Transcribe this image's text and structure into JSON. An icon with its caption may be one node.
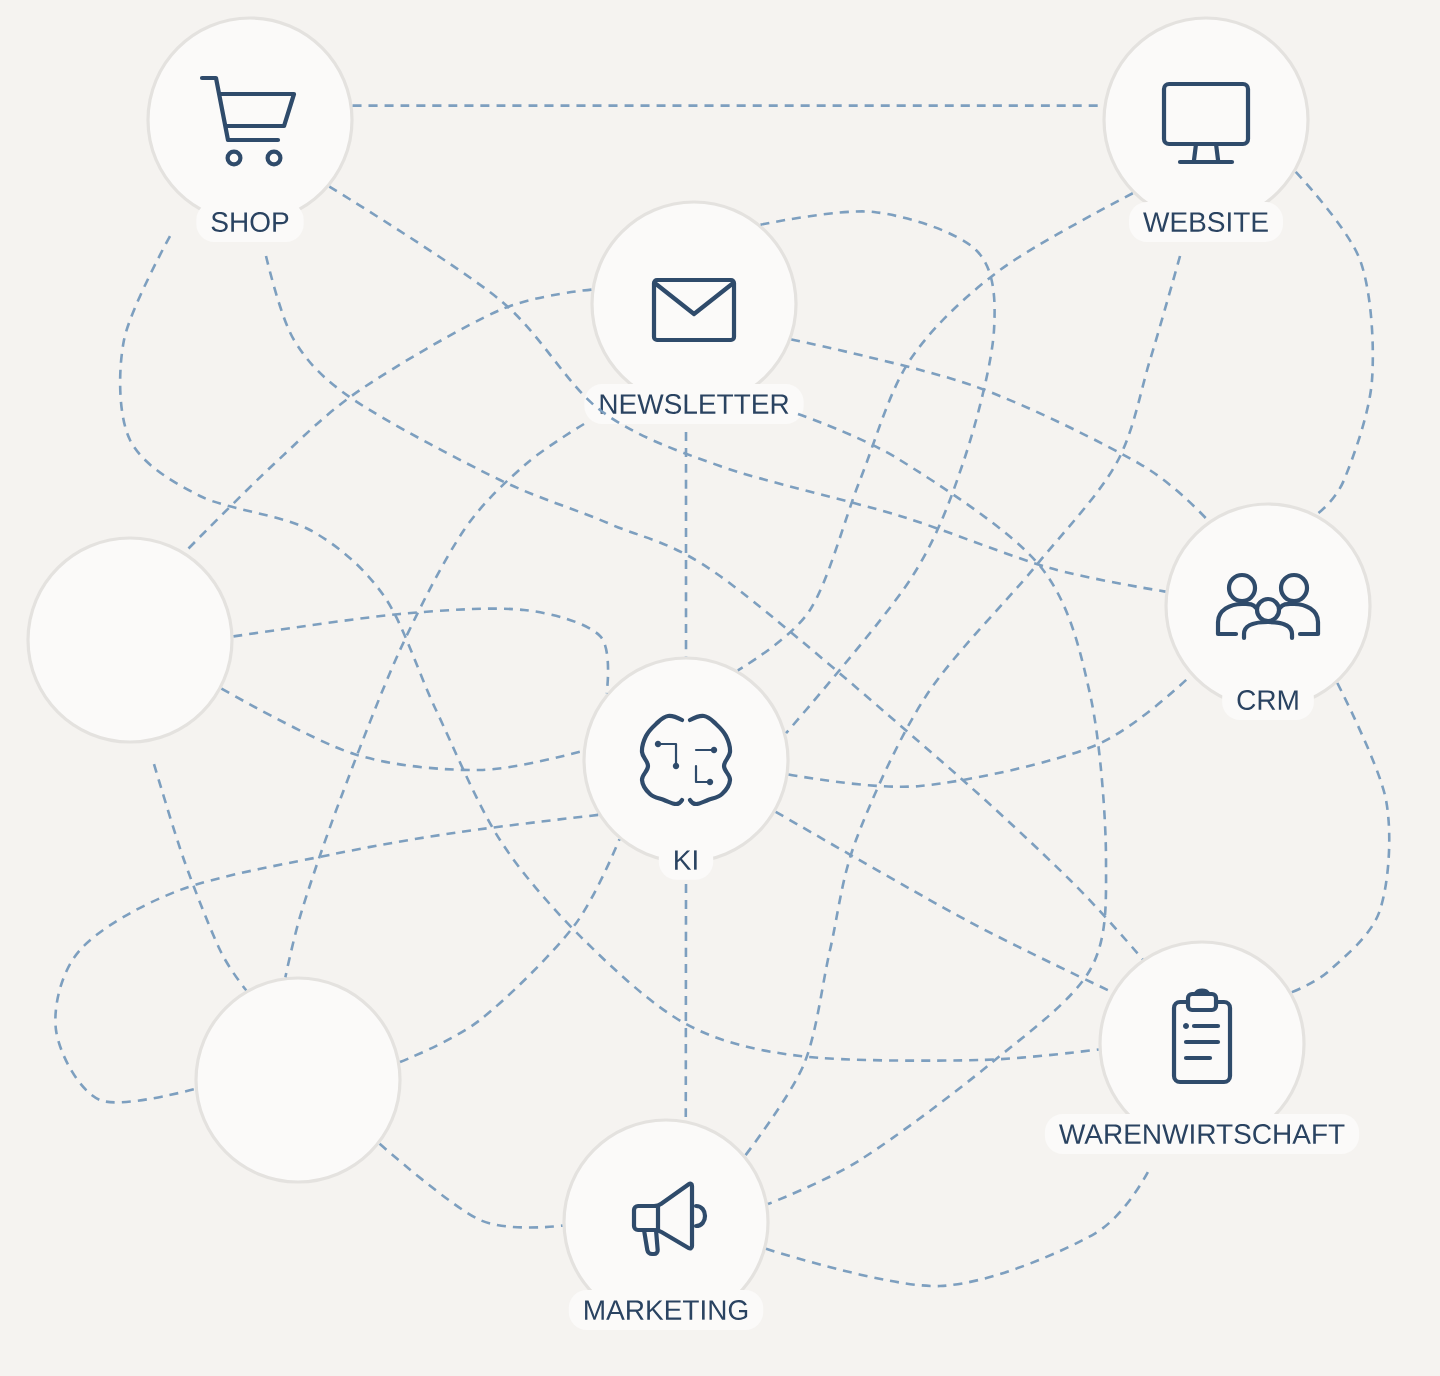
{
  "diagram": {
    "nodes": [
      {
        "text": [
          "SHOP"
        ]
      },
      {
        "text": [
          "WEBSITE"
        ]
      },
      {
        "text": [
          "NEWSLETTER"
        ]
      },
      {
        "text": [],
        "shape": "circle"
      },
      {
        "text": [
          "CRM"
        ]
      },
      {
        "text": [
          "KI"
        ]
      },
      {
        "text": [],
        "shape": "circle"
      },
      {
        "text": [
          "WARENWIRTSCHAFT"
        ]
      },
      {
        "text": [
          "MARKETING"
        ]
      }
    ],
    "edges": [
      {
        "from": 0,
        "to": 1,
        "arrow": "none",
        "style": "dashed"
      },
      {
        "from": 0,
        "to": 4,
        "arrow": "none",
        "style": "dashed"
      },
      {
        "from": 0,
        "to": 7,
        "arrow": "none",
        "style": "dashed"
      },
      {
        "from": 0,
        "to": 7,
        "arrow": "none",
        "style": "dashed"
      },
      {
        "from": 1,
        "to": 5,
        "arrow": "none",
        "style": "dashed"
      },
      {
        "from": 1,
        "to": 8,
        "arrow": "none",
        "style": "dashed"
      },
      {
        "from": 1,
        "to": 4,
        "arrow": "none",
        "style": "dashed"
      },
      {
        "from": 2,
        "to": 3,
        "arrow": "none",
        "style": "dashed"
      },
      {
        "from": 2,
        "to": 6,
        "arrow": "none",
        "style": "dashed"
      },
      {
        "from": 2,
        "to": 5,
        "arrow": "none",
        "style": "dashed"
      },
      {
        "from": 2,
        "to": 4,
        "arrow": "none",
        "style": "dashed"
      },
      {
        "from": 2,
        "to": 5,
        "arrow": "none",
        "style": "dashed"
      },
      {
        "from": 2,
        "to": 8,
        "arrow": "none",
        "style": "dashed"
      },
      {
        "from": 3,
        "to": 5,
        "arrow": "none",
        "style": "dashed"
      },
      {
        "from": 3,
        "to": 5,
        "arrow": "none",
        "style": "dashed"
      },
      {
        "from": 3,
        "to": 6,
        "arrow": "none",
        "style": "dashed"
      },
      {
        "from": 5,
        "to": 6,
        "arrow": "none",
        "style": "dashed"
      },
      {
        "from": 6,
        "to": 5,
        "arrow": "none",
        "style": "dashed"
      },
      {
        "from": 5,
        "to": 8,
        "arrow": "none",
        "style": "dashed"
      },
      {
        "from": 6,
        "to": 8,
        "arrow": "none",
        "style": "dashed"
      },
      {
        "from": 5,
        "to": 4,
        "arrow": "none",
        "style": "dashed"
      },
      {
        "from": 5,
        "to": 7,
        "arrow": "none",
        "style": "dashed"
      },
      {
        "from": 8,
        "to": 7,
        "arrow": "none",
        "style": "dashed"
      },
      {
        "from": 4,
        "to": 7,
        "arrow": "none",
        "style": "dashed"
      }
    ]
  }
}
